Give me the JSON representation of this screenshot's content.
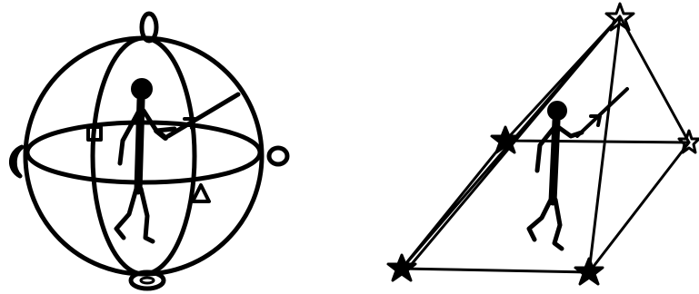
{
  "colors": {
    "ink": "#000000",
    "background": "#ffffff"
  },
  "panels": [
    {
      "id": "sphere-panel",
      "figure": "stick-figure-in-sphere",
      "surrounding_symbols": [
        "ellipse",
        "crescent",
        "circle",
        "ring"
      ],
      "inner_symbols": [
        "square",
        "triangle"
      ],
      "pointer": "arrow"
    },
    {
      "id": "pyramid-panel",
      "figure": "stick-figure-in-pyramid",
      "vertex_symbols": [
        "star",
        "star",
        "star",
        "star",
        "star"
      ],
      "pointer": "arrow"
    }
  ]
}
